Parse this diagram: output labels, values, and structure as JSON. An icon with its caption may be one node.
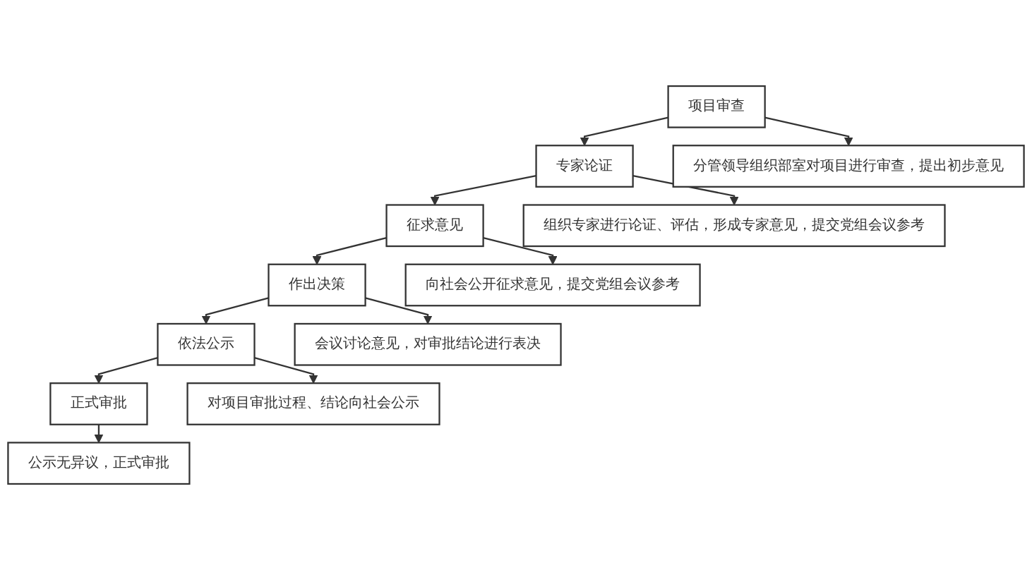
{
  "diagram": {
    "nodes": [
      {
        "text": [
          "项目审查"
        ]
      },
      {
        "text": [
          "分管领导组织部室对项目进行审查，提出初步意见"
        ]
      },
      {
        "text": [
          "专家论证"
        ]
      },
      {
        "text": [
          "组织专家进行论证、评估，形成专家意见，提交党组会议参考"
        ]
      },
      {
        "text": [
          "征求意见"
        ]
      },
      {
        "text": [
          "向社会公开征求意见，提交党组会议参考"
        ]
      },
      {
        "text": [
          "作出决策"
        ]
      },
      {
        "text": [
          "会议讨论意见，对审批结论进行表决"
        ]
      },
      {
        "text": [
          "依法公示"
        ]
      },
      {
        "text": [
          "对项目审批过程、结论向社会公示"
        ]
      },
      {
        "text": [
          "正式审批"
        ]
      },
      {
        "text": [
          "公示无异议，正式审批"
        ]
      }
    ],
    "edges": [
      {
        "from": 0,
        "to": 1,
        "arrow": "to"
      },
      {
        "from": 0,
        "to": 2,
        "arrow": "to"
      },
      {
        "from": 2,
        "to": 3,
        "arrow": "to"
      },
      {
        "from": 2,
        "to": 4,
        "arrow": "to"
      },
      {
        "from": 4,
        "to": 5,
        "arrow": "to"
      },
      {
        "from": 4,
        "to": 6,
        "arrow": "to"
      },
      {
        "from": 6,
        "to": 7,
        "arrow": "to"
      },
      {
        "from": 6,
        "to": 8,
        "arrow": "to"
      },
      {
        "from": 8,
        "to": 9,
        "arrow": "to"
      },
      {
        "from": 8,
        "to": 10,
        "arrow": "to"
      },
      {
        "from": 10,
        "to": 11,
        "arrow": "to"
      }
    ]
  }
}
